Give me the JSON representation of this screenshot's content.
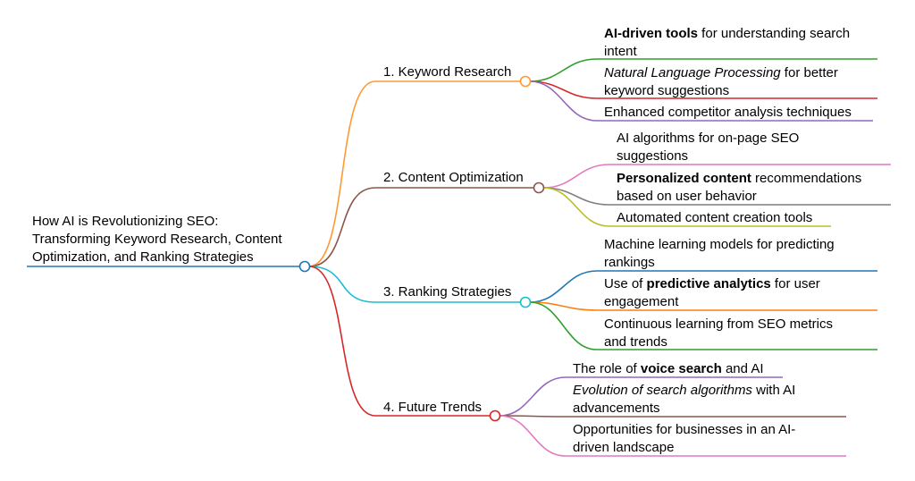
{
  "root": {
    "lines": [
      "How AI is Revolutionizing SEO:",
      "Transforming Keyword Research, Content",
      "Optimization, and Ranking Strategies"
    ],
    "color": "#1f77b4"
  },
  "branches": [
    {
      "label": "1. Keyword Research",
      "color": "#ff9933",
      "children": [
        {
          "color": "#2ca02c",
          "lines": [
            [
              {
                "text": "AI-driven tools",
                "style": "b"
              },
              {
                "text": " for understanding search"
              }
            ],
            [
              {
                "text": "intent"
              }
            ]
          ]
        },
        {
          "color": "#d62728",
          "lines": [
            [
              {
                "text": "Natural Language Processing",
                "style": "i"
              },
              {
                "text": " for better"
              }
            ],
            [
              {
                "text": "keyword suggestions"
              }
            ]
          ]
        },
        {
          "color": "#9467bd",
          "lines": [
            [
              {
                "text": "Enhanced competitor analysis techniques"
              }
            ]
          ]
        }
      ]
    },
    {
      "label": "2. Content Optimization",
      "color": "#8c564b",
      "children": [
        {
          "color": "#e377c2",
          "lines": [
            [
              {
                "text": "AI algorithms for on-page SEO"
              }
            ],
            [
              {
                "text": "suggestions"
              }
            ]
          ]
        },
        {
          "color": "#7f7f7f",
          "lines": [
            [
              {
                "text": "Personalized content",
                "style": "b"
              },
              {
                "text": " recommendations"
              }
            ],
            [
              {
                "text": "based on user behavior"
              }
            ]
          ]
        },
        {
          "color": "#bcbd22",
          "lines": [
            [
              {
                "text": "Automated content creation tools"
              }
            ]
          ]
        }
      ]
    },
    {
      "label": "3. Ranking Strategies",
      "color": "#17becf",
      "children": [
        {
          "color": "#1f77b4",
          "lines": [
            [
              {
                "text": "Machine learning models for predicting"
              }
            ],
            [
              {
                "text": "rankings"
              }
            ]
          ]
        },
        {
          "color": "#ff7f0e",
          "lines": [
            [
              {
                "text": "Use of "
              },
              {
                "text": "predictive analytics",
                "style": "b"
              },
              {
                "text": " for user"
              }
            ],
            [
              {
                "text": "engagement"
              }
            ]
          ]
        },
        {
          "color": "#2ca02c",
          "lines": [
            [
              {
                "text": "Continuous learning from SEO metrics"
              }
            ],
            [
              {
                "text": "and trends"
              }
            ]
          ]
        }
      ]
    },
    {
      "label": "4. Future Trends",
      "color": "#d62728",
      "children": [
        {
          "color": "#9467bd",
          "lines": [
            [
              {
                "text": "The role of "
              },
              {
                "text": "voice search",
                "style": "b"
              },
              {
                "text": " and AI"
              }
            ]
          ]
        },
        {
          "color": "#8c564b",
          "lines": [
            [
              {
                "text": "Evolution of search algorithms",
                "style": "i"
              },
              {
                "text": " with AI"
              }
            ],
            [
              {
                "text": "advancements"
              }
            ]
          ]
        },
        {
          "color": "#e377c2",
          "lines": [
            [
              {
                "text": "Opportunities for businesses in an AI-"
              }
            ],
            [
              {
                "text": "driven landscape"
              }
            ]
          ]
        }
      ]
    }
  ]
}
